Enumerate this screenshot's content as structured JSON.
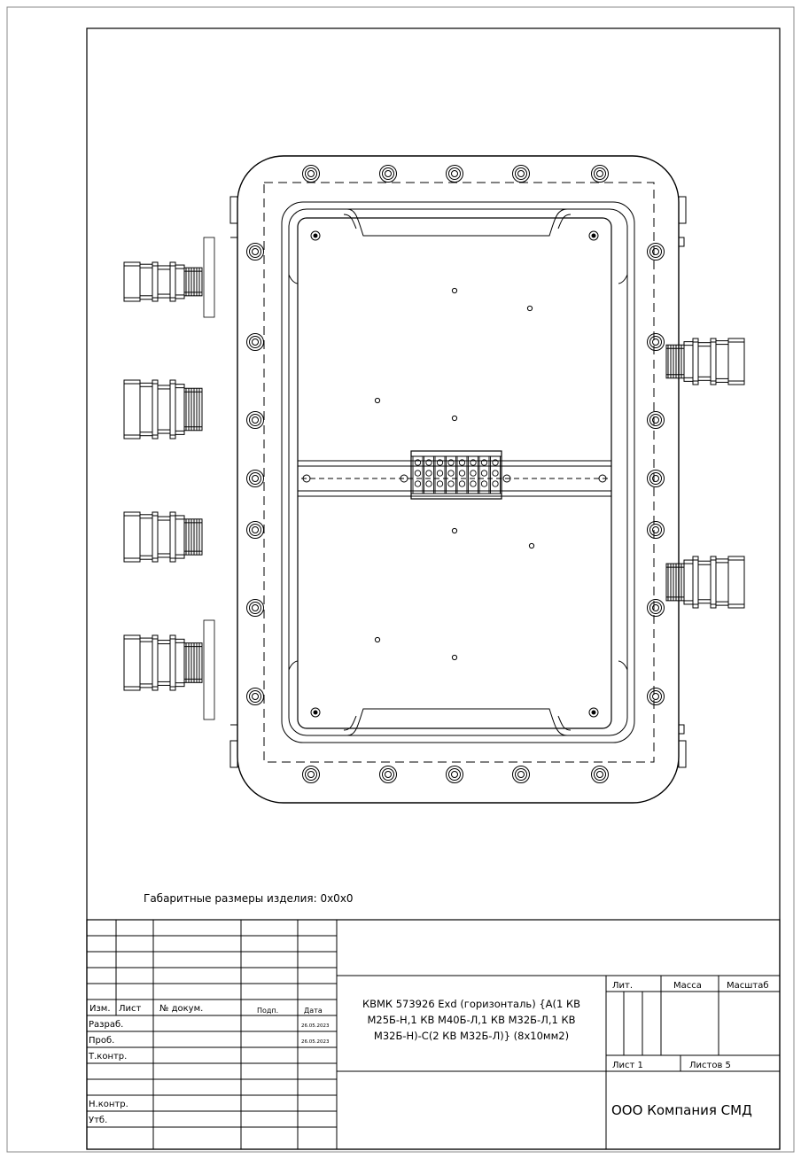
{
  "drawing": {
    "dimensions_note": "Габаритные размеры изделия: 0x0x0"
  },
  "title_block": {
    "headers": {
      "change": "Изм.",
      "sheet": "Лист",
      "doc_no": "№ докум.",
      "sign": "Подп.",
      "date": "Дата"
    },
    "roles": {
      "developed": "Разраб.",
      "checked": "Проб.",
      "tech_control": "Т.контр.",
      "norm_control": "Н.контр.",
      "approved": "Утб."
    },
    "dates": {
      "developed": "26.05.2023",
      "checked": "26.05.2023"
    },
    "title_lines": [
      "КВМК 573926 Exd (горизонталь) {А(1 КВ",
      "М25Б-Н,1 КВ М40Б-Л,1 КВ М32Б-Л,1 КВ",
      "М32Б-Н)-С(2 КВ М32Б-Л)} (8х10мм2)"
    ],
    "lit_label": "Лит.",
    "mass_label": "Масса",
    "scale_label": "Масштаб",
    "sheet_label": "Лист 1",
    "sheets_label": "Листов 5",
    "company": "ООО Компания СМД"
  },
  "colors": {
    "line": "#000000",
    "background": "#ffffff"
  }
}
